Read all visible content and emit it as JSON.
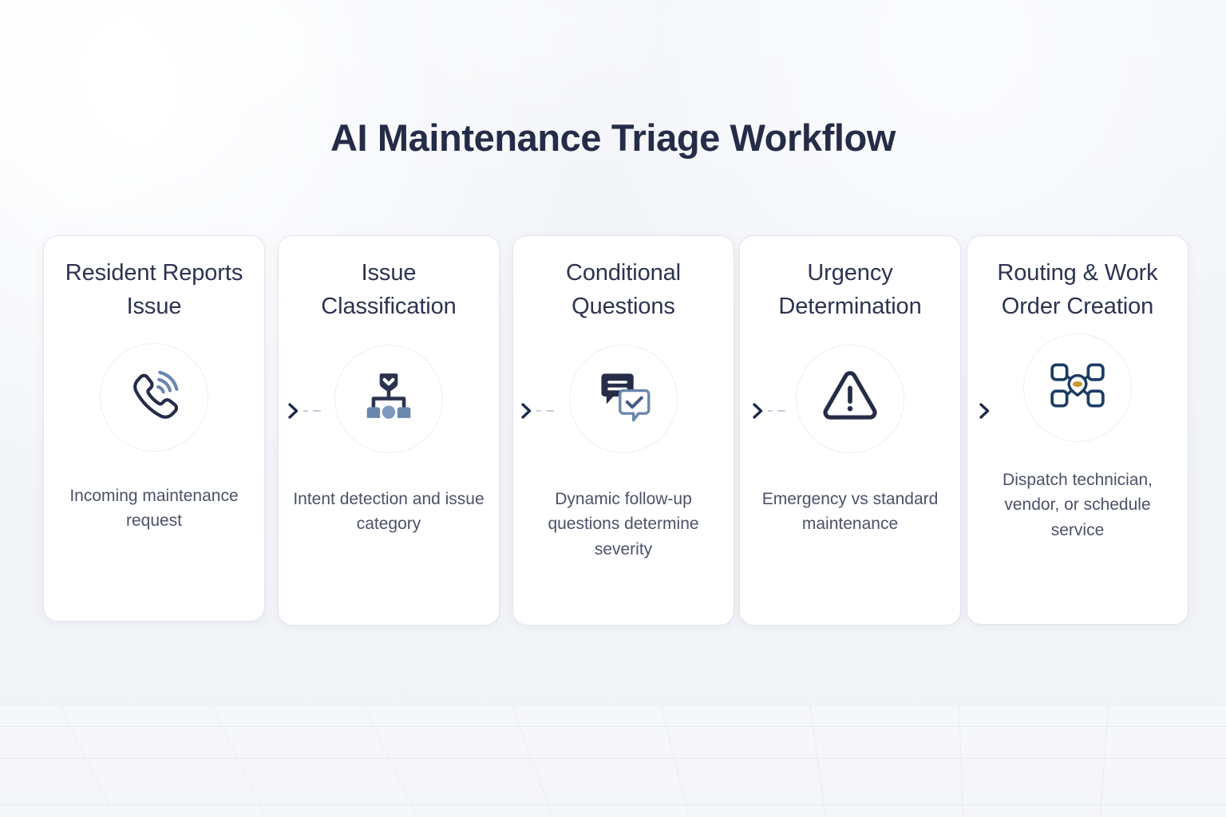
{
  "page": {
    "title": "AI Maintenance Triage Workflow",
    "background_color": "#f3f5f9",
    "title_color": "#242c47",
    "accent_navy": "#242c47",
    "accent_blue": "#6b87ae",
    "accent_gold": "#c89a2e"
  },
  "flow": {
    "connector_icon": "arrow-right-icon",
    "steps": [
      {
        "title": "Resident Reports Issue",
        "icon": "phone-call-icon",
        "description": "Incoming maintenance request"
      },
      {
        "title": "Issue Classification",
        "icon": "hierarchy-tree-icon",
        "description": "Intent detection and issue category"
      },
      {
        "title": "Conditional Questions",
        "icon": "chat-bubbles-check-icon",
        "description": "Dynamic follow-up questions determine severity"
      },
      {
        "title": "Urgency Determination",
        "icon": "warning-triangle-icon",
        "description": "Emergency vs standard maintenance"
      },
      {
        "title": "Routing & Work Order Creation",
        "icon": "network-hub-icon",
        "description": "Dispatch technician, vendor, or schedule service"
      }
    ]
  }
}
